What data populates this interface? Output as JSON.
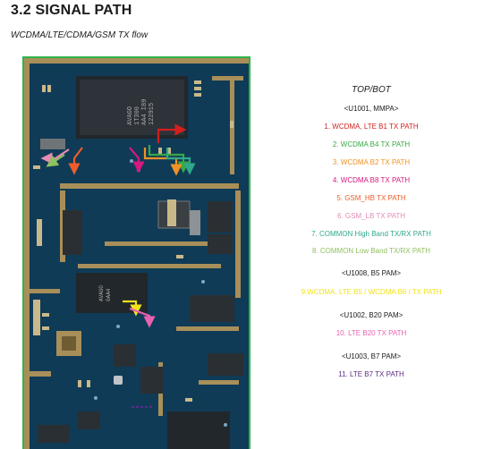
{
  "document": {
    "title": "3.2 SIGNAL PATH",
    "subtitle": "WCDMA/LTE/CDMA/GSM TX flow"
  },
  "legend": {
    "header": "TOP/BOT",
    "group_mmpa": "<U1001, MMPA>",
    "paths_mmpa": [
      {
        "label": "1. WCDMA, LTE B1 TX PATH",
        "color": "#d21f1f"
      },
      {
        "label": "2. WCDMA B4 TX PATH",
        "color": "#39a844"
      },
      {
        "label": "3. WCDMA B2 TX PATH",
        "color": "#f09225"
      },
      {
        "label": "4. WCDMA B8 TX PATH",
        "color": "#d5197f"
      },
      {
        "label": "5. GSM_HB TX PATH",
        "color": "#ec5d2b"
      },
      {
        "label": "6. GSM_LB TX PATH",
        "color": "#e48cb4"
      },
      {
        "label": "7. COMMON High Band TX/RX PATH",
        "color": "#2fa88a"
      },
      {
        "label": "8. COMMON Low Band TX/RX PATH",
        "color": "#8fc15e"
      }
    ],
    "group_b5": "<U1008, B5 PAM>",
    "path_b5": {
      "label": "9.WCDMA, LTE B5 / WCDMA B6 / TX PATH",
      "color": "#f2e31b"
    },
    "group_b20": "<U1002, B20 PAM>",
    "path_b20": {
      "label": "10. LTE B20 TX PATH",
      "color": "#ea62b0"
    },
    "group_b7": "<U1003, B7 PAM>",
    "path_b7": {
      "label": "11. LTE B7 TX PATH",
      "color": "#5b2c86"
    }
  },
  "pcb": {
    "chip_main": [
      "AVAGO",
      "1T300",
      "AA4 I89",
      "122915"
    ],
    "chip_b5": [
      "AVAGO",
      "0AA4"
    ]
  },
  "colors": {
    "frame": "#2fb34a",
    "board": "#0f3b57",
    "copper": "#a88f59"
  }
}
